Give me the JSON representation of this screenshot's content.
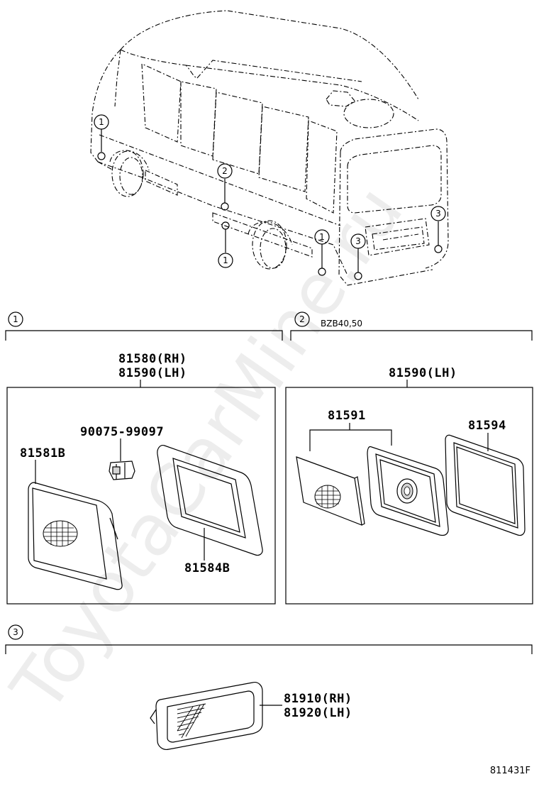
{
  "sections": {
    "s1": {
      "marker": "1"
    },
    "s2": {
      "marker": "2",
      "note": "BZB40,50"
    },
    "s3": {
      "marker": "3"
    }
  },
  "vehicle_callouts": [
    "1",
    "2",
    "1",
    "1",
    "3",
    "3"
  ],
  "parts": {
    "assy_1_rh": "81580(RH)",
    "assy_1_lh": "81590(LH)",
    "clip": "90075-99097",
    "lens_1": "81581B",
    "housing_1": "81584B",
    "assy_2": "81590(LH)",
    "lens_2": "81591",
    "gasket_2": "81594",
    "assy_3_rh": "81910(RH)",
    "assy_3_lh": "81920(LH)"
  },
  "figure_id": "811431F",
  "watermark": "ToyotaCarMine.ru"
}
